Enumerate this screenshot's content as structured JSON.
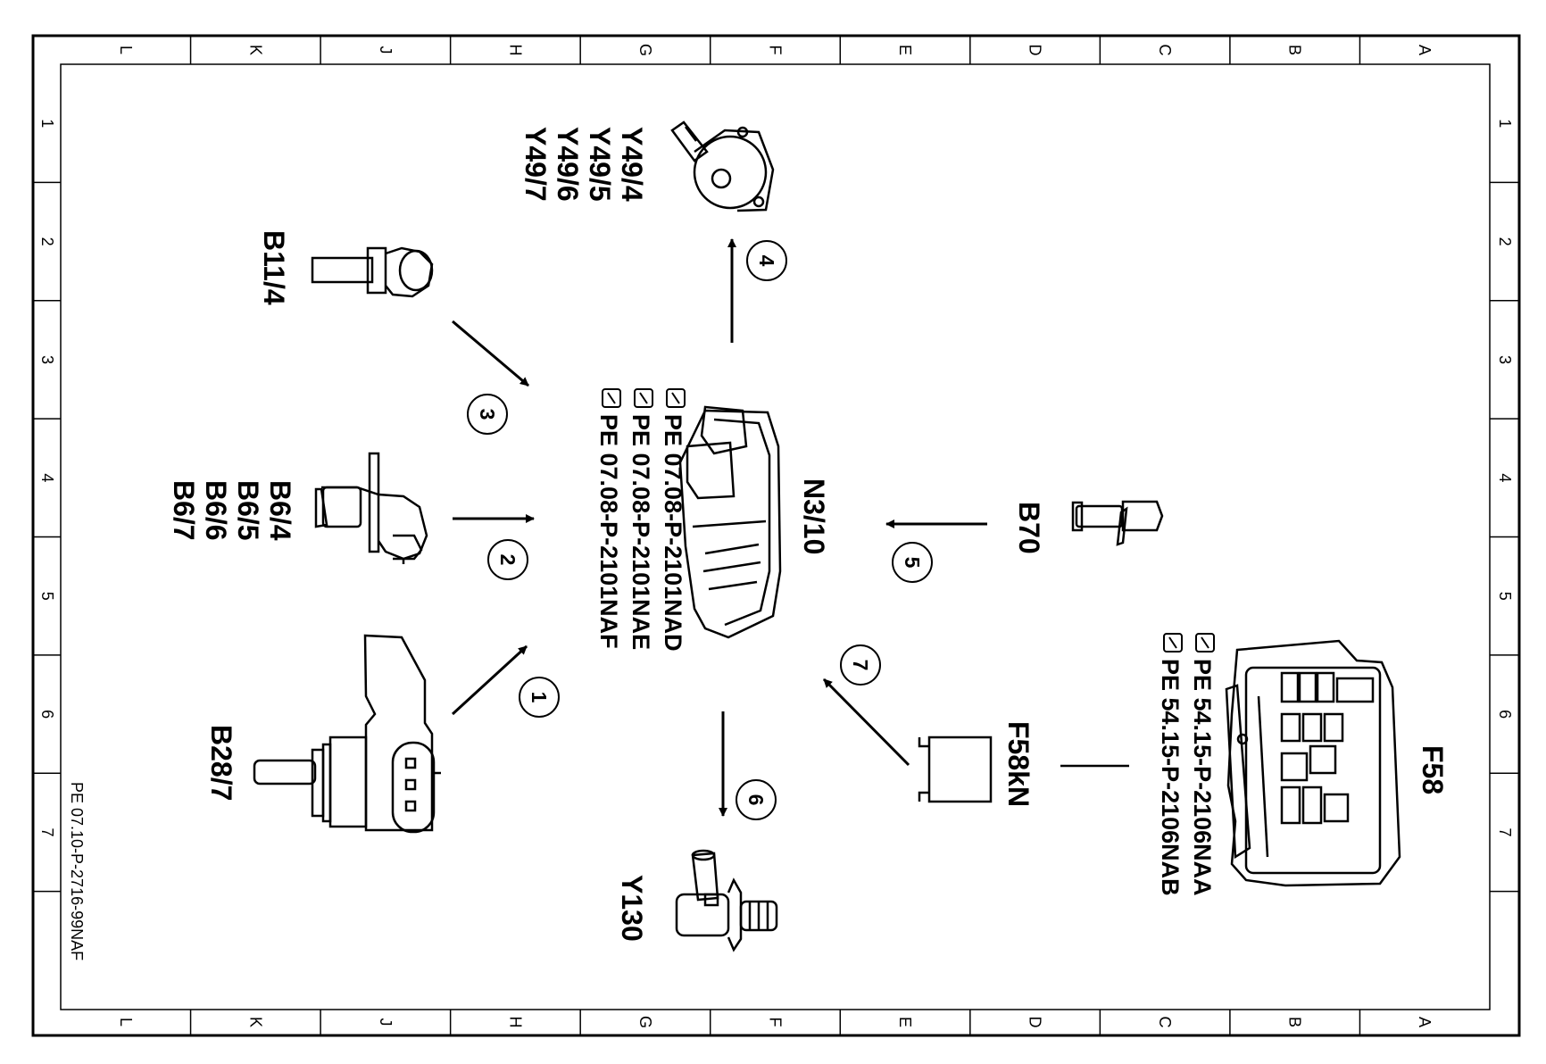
{
  "frame": {
    "columns": [
      "L",
      "K",
      "J",
      "H",
      "G",
      "F",
      "E",
      "D",
      "C",
      "B",
      "A"
    ],
    "rows": [
      "1",
      "2",
      "3",
      "4",
      "5",
      "6",
      "7"
    ]
  },
  "drawing_id": "PE 07.10-P-2716-99NAF",
  "components": {
    "ecu": "N3/10",
    "actuator": [
      "Y49/4",
      "Y49/5",
      "Y49/6",
      "Y49/7"
    ],
    "temp_sensor": "B11/4",
    "cam_sensors": [
      "B6/4",
      "B6/5",
      "B6/6",
      "B6/7"
    ],
    "pressure_sensor": "B28/7",
    "crank_sensor": "B70",
    "valve": "Y130",
    "fuse": "F58kN",
    "fuse_box": "F58"
  },
  "ecu_refs": [
    "PE  07.08-P-2101NAD",
    "PE  07.08-P-2101NAE",
    "PE  07.08-P-2101NAF"
  ],
  "fusebox_refs": [
    "PE  54.15-P-2106NAA",
    "PE  54.15-P-2106NAB"
  ],
  "arrows": [
    "1",
    "2",
    "3",
    "4",
    "5",
    "6",
    "7"
  ]
}
